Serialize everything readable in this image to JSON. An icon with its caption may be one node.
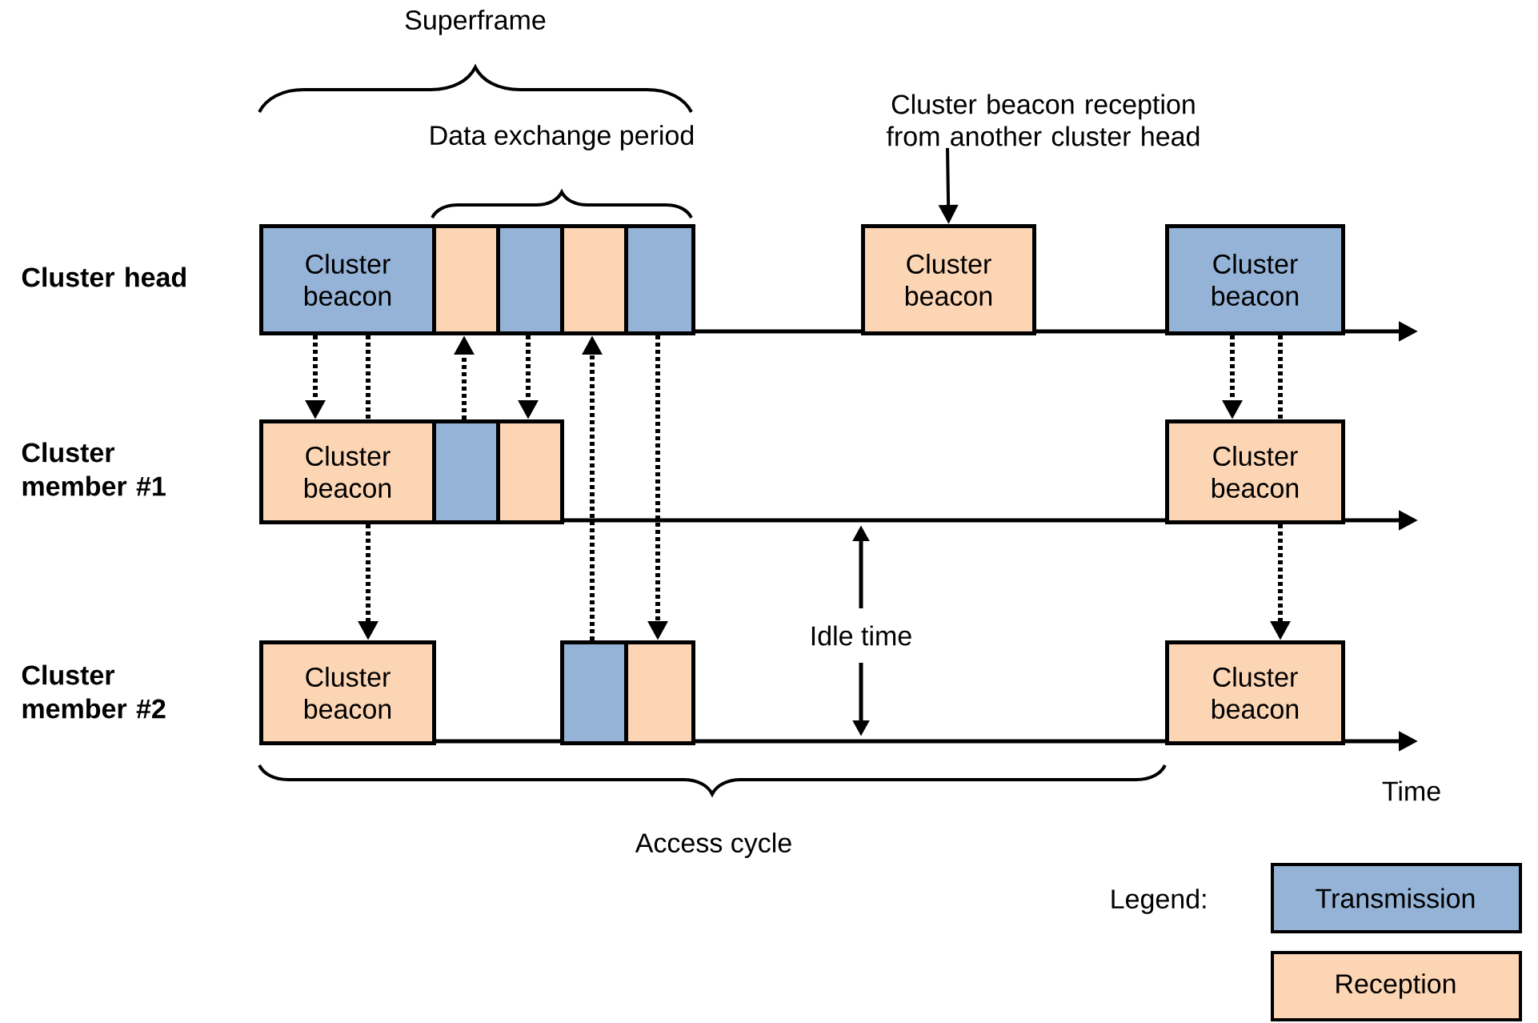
{
  "diagram": {
    "nodes": [
      {
        "text": [
          "Cluster beacon"
        ]
      },
      {
        "text": [],
        "shape": "box"
      },
      {
        "text": [],
        "shape": "box"
      },
      {
        "text": [],
        "shape": "box"
      },
      {
        "text": [],
        "shape": "box"
      },
      {
        "text": [
          "Cluster beacon"
        ]
      },
      {
        "text": [
          "Cluster beacon"
        ]
      },
      {
        "text": [
          "Cluster beacon"
        ]
      },
      {
        "text": [],
        "shape": "box"
      },
      {
        "text": [],
        "shape": "box"
      },
      {
        "text": [
          "Cluster beacon"
        ]
      },
      {
        "text": [
          "Cluster beacon"
        ]
      },
      {
        "text": [],
        "shape": "box"
      },
      {
        "text": [],
        "shape": "box"
      },
      {
        "text": [
          "Cluster beacon"
        ]
      },
      {
        "text": [
          "Cluster beacon reception from another cluster head"
        ]
      }
    ],
    "edges": [
      {
        "from": 0,
        "to": 7,
        "arrow": "to",
        "style": "dashed"
      },
      {
        "from": 0,
        "to": 7,
        "arrow": "none",
        "style": "dashed"
      },
      {
        "from": 7,
        "to": 11,
        "arrow": "to",
        "style": "dashed"
      },
      {
        "from": 8,
        "to": 1,
        "arrow": "to",
        "style": "dashed"
      },
      {
        "from": 2,
        "to": 9,
        "arrow": "to",
        "style": "dashed"
      },
      {
        "from": 12,
        "to": 3,
        "arrow": "to",
        "style": "dashed"
      },
      {
        "from": 4,
        "to": 13,
        "arrow": "to",
        "style": "dashed"
      },
      {
        "from": 6,
        "to": 10,
        "arrow": "to",
        "style": "dashed"
      },
      {
        "from": 6,
        "to": 10,
        "arrow": "none",
        "style": "dashed"
      },
      {
        "from": 10,
        "to": 14,
        "arrow": "to",
        "style": "dashed"
      },
      {
        "from": 15,
        "to": 5,
        "arrow": "to"
      }
    ],
    "labels": [
      "Superframe",
      "Data exchange period",
      "Cluster head",
      "Cluster member #1",
      "Idle time",
      "Cluster member #2",
      "Time",
      "Access cycle",
      "Legend:"
    ],
    "legend": [
      {
        "text": "Transmission",
        "color": "#95b3d7"
      },
      {
        "text": "Reception",
        "color": "#fcd5b5"
      }
    ]
  }
}
